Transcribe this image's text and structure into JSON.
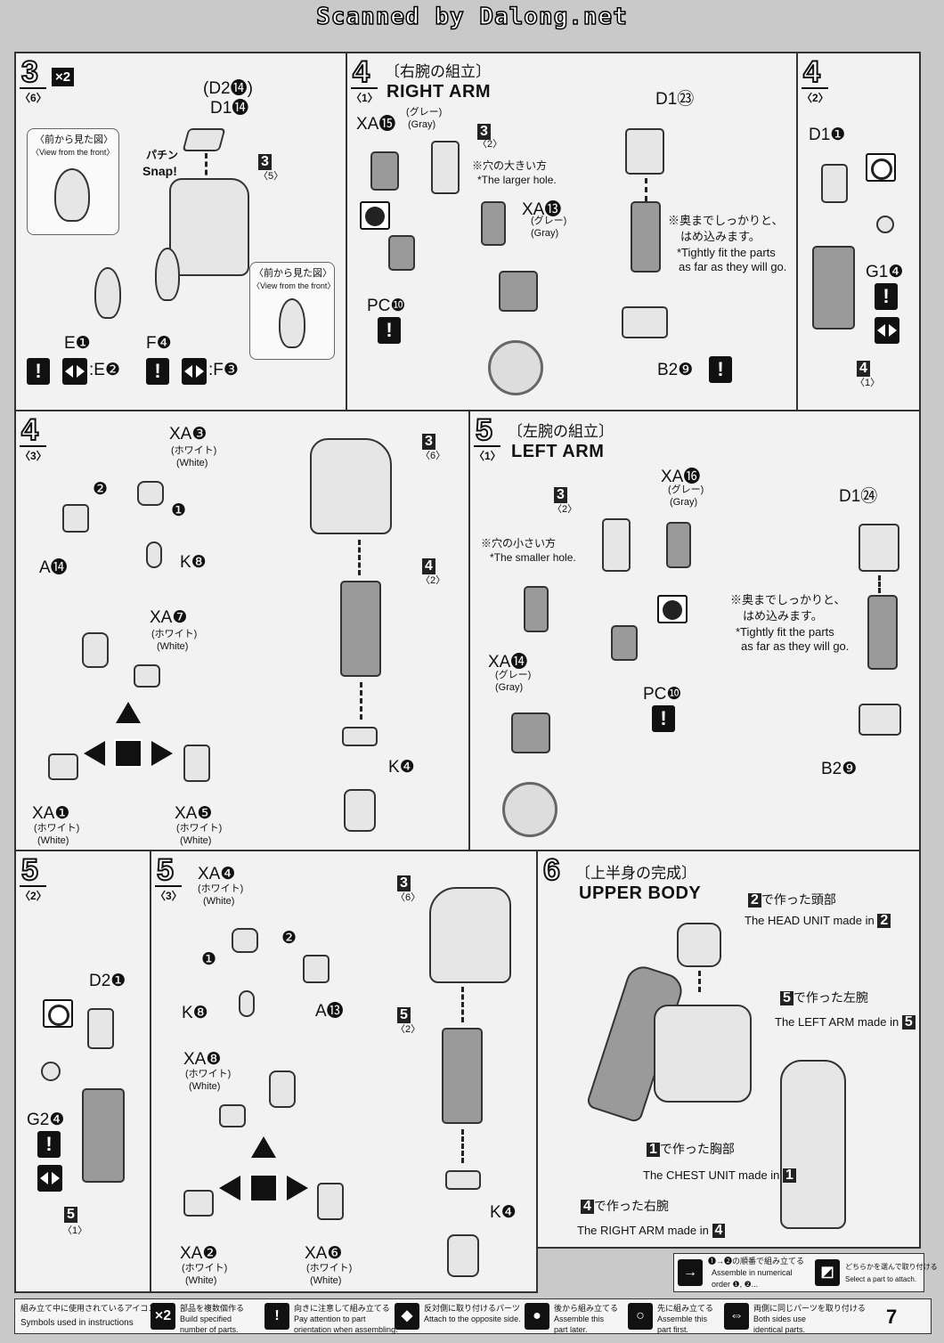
{
  "watermark": "Scanned by Dalong.net",
  "step3": {
    "num": "3",
    "sub": "〈6〉",
    "mult": "×2",
    "parts": {
      "d2": "(D2⓮)",
      "d1": "D1⓮",
      "e": "E❶",
      "f": "F❹"
    },
    "snap_jp": "パチン",
    "snap_en": "Snap!",
    "view_jp": "〈前から見た図〉",
    "view_en": "〈View from the front〉",
    "ref3": "3",
    "ref3sub": "〈5〉",
    "e_alt": ":E❷",
    "f_alt": ":F❸"
  },
  "step4_1": {
    "num": "4",
    "sub": "〈1〉",
    "jp": "〔右腕の組立〕",
    "en": "RIGHT ARM",
    "xa15": "XA⓯",
    "xa15_jp": "(グレー)",
    "xa15_en": "(Gray)",
    "ref3": "3",
    "ref3sub": "〈2〉",
    "hole_jp": "※穴の大きい方",
    "hole_en": "*The larger hole.",
    "xa13": "XA⓭",
    "xa13_jp": "(グレー)",
    "xa13_en": "(Gray)",
    "pc": "PC❿",
    "d1": "D1㉓",
    "fit_jp1": "※奥までしっかりと、",
    "fit_jp2": "はめ込みます。",
    "fit_en1": "*Tightly fit the parts",
    "fit_en2": "as far as they will go.",
    "b2": "B2❾"
  },
  "step4_2": {
    "num": "4",
    "sub": "〈2〉",
    "d1": "D1❶",
    "g1": "G1❹",
    "ref4": "4",
    "ref4sub": "〈1〉"
  },
  "step4_3": {
    "num": "4",
    "sub": "〈3〉",
    "xa3": "XA❸",
    "xa3_jp": "(ホワイト)",
    "xa3_en": "(White)",
    "a14": "A⓮",
    "k8": "K❽",
    "n1": "❶",
    "n2": "❷",
    "xa7": "XA❼",
    "xa7_jp": "(ホワイト)",
    "xa7_en": "(White)",
    "xa1": "XA❶",
    "xa1_jp": "(ホワイト)",
    "xa1_en": "(White)",
    "xa5": "XA❺",
    "xa5_jp": "(ホワイト)",
    "xa5_en": "(White)",
    "ref3": "3",
    "ref3sub": "〈6〉",
    "ref4": "4",
    "ref4sub": "〈2〉",
    "k4": "K❹"
  },
  "step5_1": {
    "num": "5",
    "sub": "〈1〉",
    "jp": "〔左腕の組立〕",
    "en": "LEFT ARM",
    "xa16": "XA⓰",
    "xa16_jp": "(グレー)",
    "xa16_en": "(Gray)",
    "ref3": "3",
    "ref3sub": "〈2〉",
    "hole_jp": "※穴の小さい方",
    "hole_en": "*The smaller hole.",
    "xa14": "XA⓮",
    "xa14_jp": "(グレー)",
    "xa14_en": "(Gray)",
    "pc": "PC❿",
    "d1": "D1㉔",
    "fit_jp1": "※奥までしっかりと、",
    "fit_jp2": "はめ込みます。",
    "fit_en1": "*Tightly fit the parts",
    "fit_en2": "as far as they will go.",
    "b2": "B2❾"
  },
  "step5_2": {
    "num": "5",
    "sub": "〈2〉",
    "d2": "D2❶",
    "g2": "G2❹",
    "ref5": "5",
    "ref5sub": "〈1〉"
  },
  "step5_3": {
    "num": "5",
    "sub": "〈3〉",
    "xa4": "XA❹",
    "xa4_jp": "(ホワイト)",
    "xa4_en": "(White)",
    "a13": "A⓭",
    "k8": "K❽",
    "n1": "❶",
    "n2": "❷",
    "xa8": "XA❽",
    "xa8_jp": "(ホワイト)",
    "xa8_en": "(White)",
    "xa2": "XA❷",
    "xa2_jp": "(ホワイト)",
    "xa2_en": "(White)",
    "xa6": "XA❻",
    "xa6_jp": "(ホワイト)",
    "xa6_en": "(White)",
    "ref3": "3",
    "ref3sub": "〈6〉",
    "ref5": "5",
    "ref5sub": "〈2〉",
    "k4": "K❹"
  },
  "step6": {
    "num": "6",
    "jp": "〔上半身の完成〕",
    "en": "UPPER BODY",
    "head_jp": "で作った頭部",
    "head_num": "2",
    "head_en": "The HEAD UNIT made in",
    "larm_jp": "で作った左腕",
    "larm_num": "5",
    "larm_en": "The LEFT ARM made in",
    "chest_jp": "で作った胸部",
    "chest_num": "1",
    "chest_en": "The CHEST UNIT made in",
    "rarm_jp": "で作った右腕",
    "rarm_num": "4",
    "rarm_en": "The RIGHT ARM made in"
  },
  "legend": {
    "order_jp": "❶→❷の順番で組み立てる",
    "order_en1": "Assemble in numerical",
    "order_en2": "order ❶, ❷...",
    "select_jp": "どちらかを選んで取り付ける",
    "select_en": "Select a part to attach."
  },
  "symbols": {
    "title_jp": "組み立て中に使用されているアイコン",
    "title_en": "Symbols used in instructions",
    "items": [
      {
        "icon": "×2",
        "jp": "部品を複数個作る",
        "en1": "Build specified",
        "en2": "number of parts."
      },
      {
        "icon": "!",
        "jp": "向きに注意して組み立てる",
        "en1": "Pay attention to part",
        "en2": "orientation when assembling."
      },
      {
        "icon": "◆",
        "jp": "反対側に取り付けるパーツ",
        "en1": "Attach to the opposite side.",
        "en2": ""
      },
      {
        "icon": "●",
        "jp": "後から組み立てる",
        "en1": "Assemble this",
        "en2": "part later."
      },
      {
        "icon": "○",
        "jp": "先に組み立てる",
        "en1": "Assemble this",
        "en2": "part first."
      },
      {
        "icon": "⇔",
        "jp": "両側に同じパーツを取り付ける",
        "en1": "Both sides use",
        "en2": "identical parts."
      }
    ]
  },
  "page_number": "7"
}
